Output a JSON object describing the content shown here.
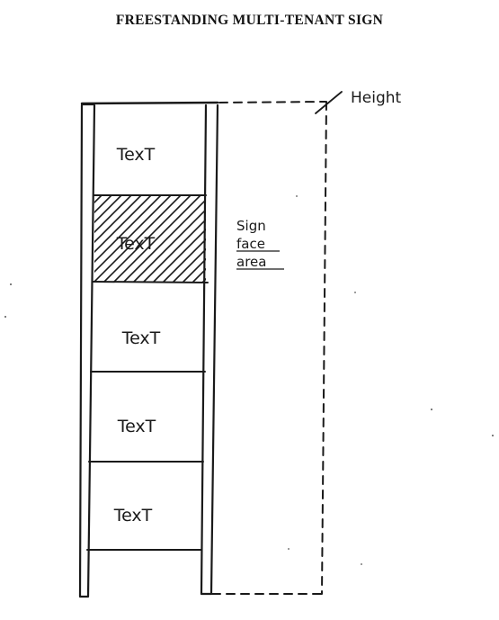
{
  "title": "FREESTANDING MULTI-TENANT SIGN",
  "panels": [
    {
      "label": "TexT",
      "hatched": false
    },
    {
      "label": "TexT",
      "hatched": true
    },
    {
      "label": "TexT",
      "hatched": false
    },
    {
      "label": "TexT",
      "hatched": false
    },
    {
      "label": "TexT",
      "hatched": false
    }
  ],
  "height_label": "Height",
  "sign_face_label": [
    "Sign",
    "face",
    "area"
  ],
  "colors": {
    "ink": "#1a1a1a",
    "background": "#ffffff"
  }
}
